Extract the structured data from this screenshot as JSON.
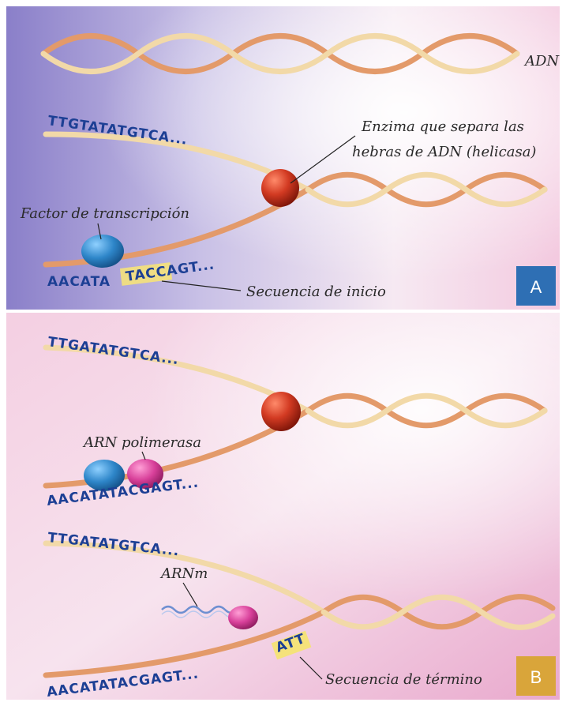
{
  "colors": {
    "panel_a_left": "#7f72c4",
    "panel_b": "#e9a8cf",
    "dna_outer": "#e39a6a",
    "dna_inner": "#f2d9a8",
    "sequence_text": "#1c3f94",
    "helicase": "#c9301f",
    "transcription_factor": "#2e86c9",
    "rna_polymerase": "#d8409a",
    "badge_a": "#2e6fb4",
    "badge_b": "#d9a53a",
    "highlight": "#f5e27a"
  },
  "labels": {
    "dna": "ADN",
    "helicase_line1": "Enzima que separa las",
    "helicase_line2": "hebras de ADN (helicasa)",
    "transcription_factor": "Factor de transcripción",
    "start_sequence": "Secuencia de inicio",
    "rna_polymerase": "ARN polimerasa",
    "mrna": "ARNm",
    "end_sequence": "Secuencia de término"
  },
  "sequences": {
    "a_top": "TTGTATATGTCA...",
    "a_bottom_prefix": "AACATA",
    "a_bottom_highlight": "TACCAGT...",
    "b1_top": "TTGATATGTCA...",
    "b1_bottom": "AACATATACGAGT...",
    "b2_top": "TTGATATGTCA...",
    "b2_bottom": "AACATATACGAGT...",
    "end_codon": "ATT"
  },
  "badges": {
    "a": "A",
    "b": "B"
  }
}
